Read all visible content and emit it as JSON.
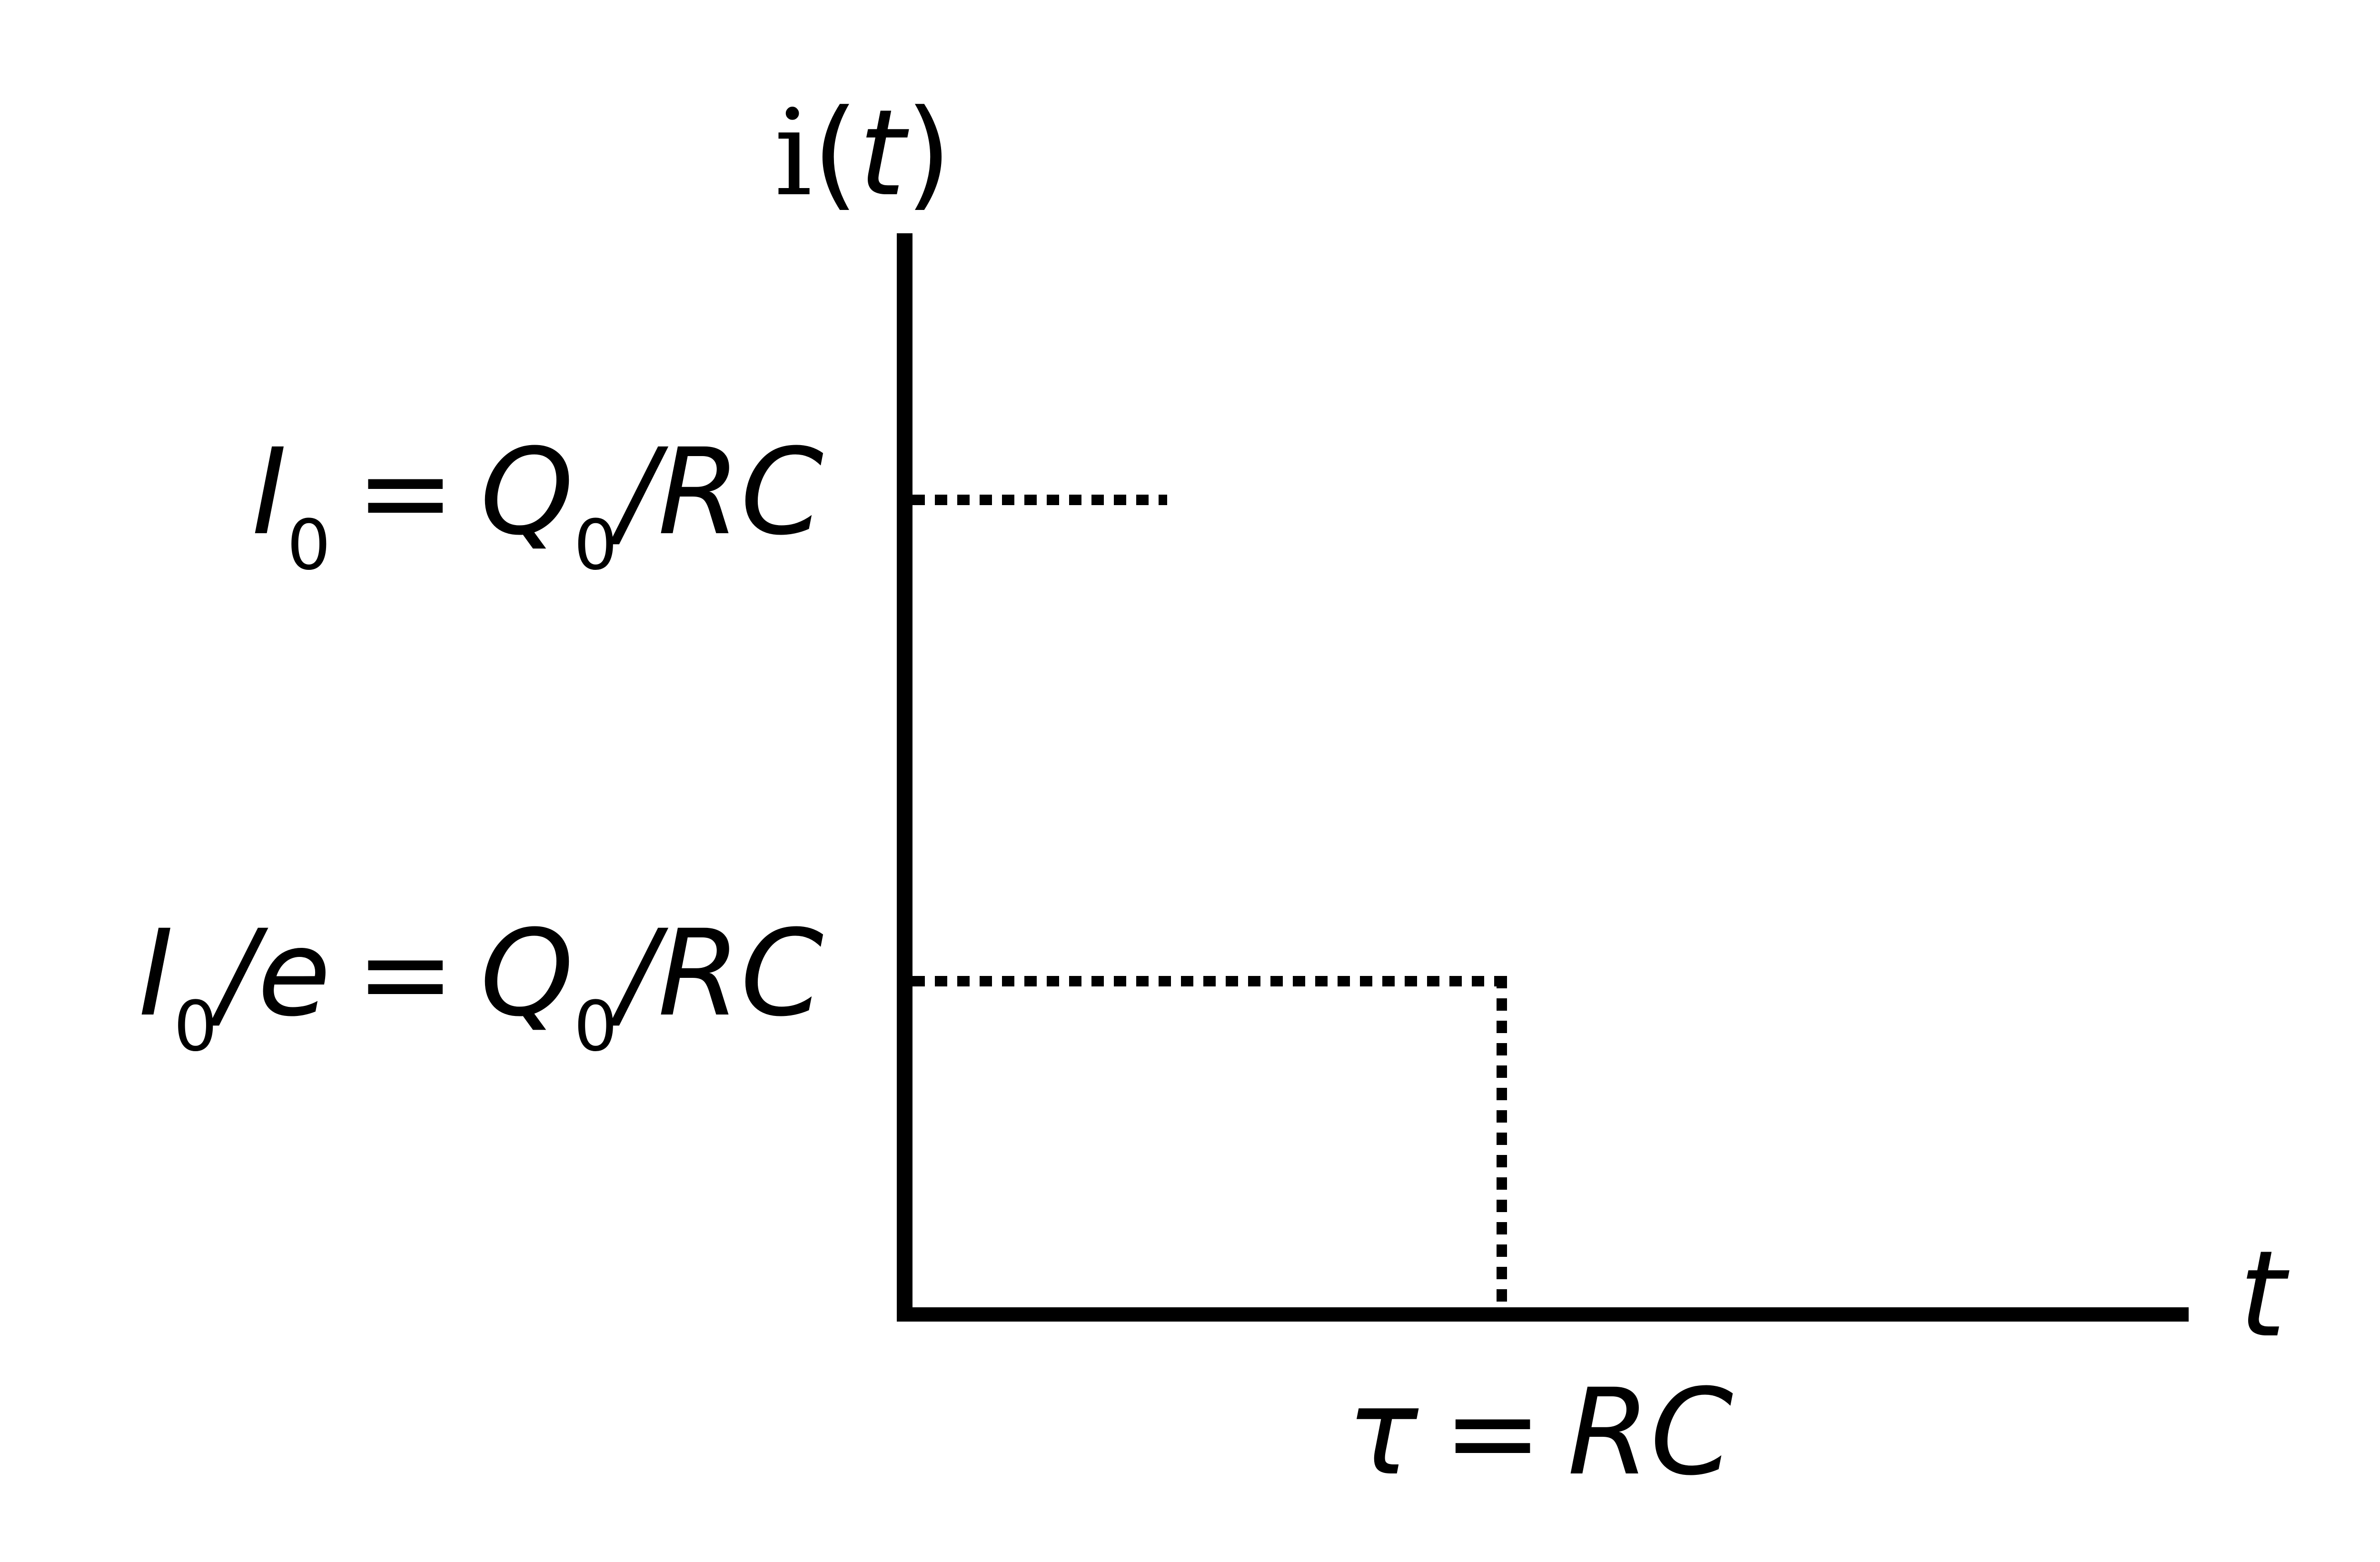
{
  "theme": {
    "background": "#ffffff",
    "ink": "#000000"
  },
  "y_axis": {
    "title_fn": "i",
    "title_lparen": "(",
    "title_arg": "t",
    "title_rparen": ")"
  },
  "x_axis": {
    "label": "t"
  },
  "reference_levels": {
    "level_1": {
      "symbol": "I",
      "symbol_sub": "0",
      "equals": "=",
      "rhs_symbol": "Q",
      "rhs_sub": "0",
      "rhs_slash": "/",
      "rhs_units": "RC"
    },
    "level_2": {
      "symbol": "I",
      "symbol_sub": "0",
      "symbol_suffix": "/e",
      "equals": "=",
      "rhs_symbol": "Q",
      "rhs_sub": "0",
      "rhs_slash": "/",
      "rhs_units": "RC"
    }
  },
  "time_constant": {
    "symbol": "τ",
    "equals": "=",
    "value": "RC"
  }
}
